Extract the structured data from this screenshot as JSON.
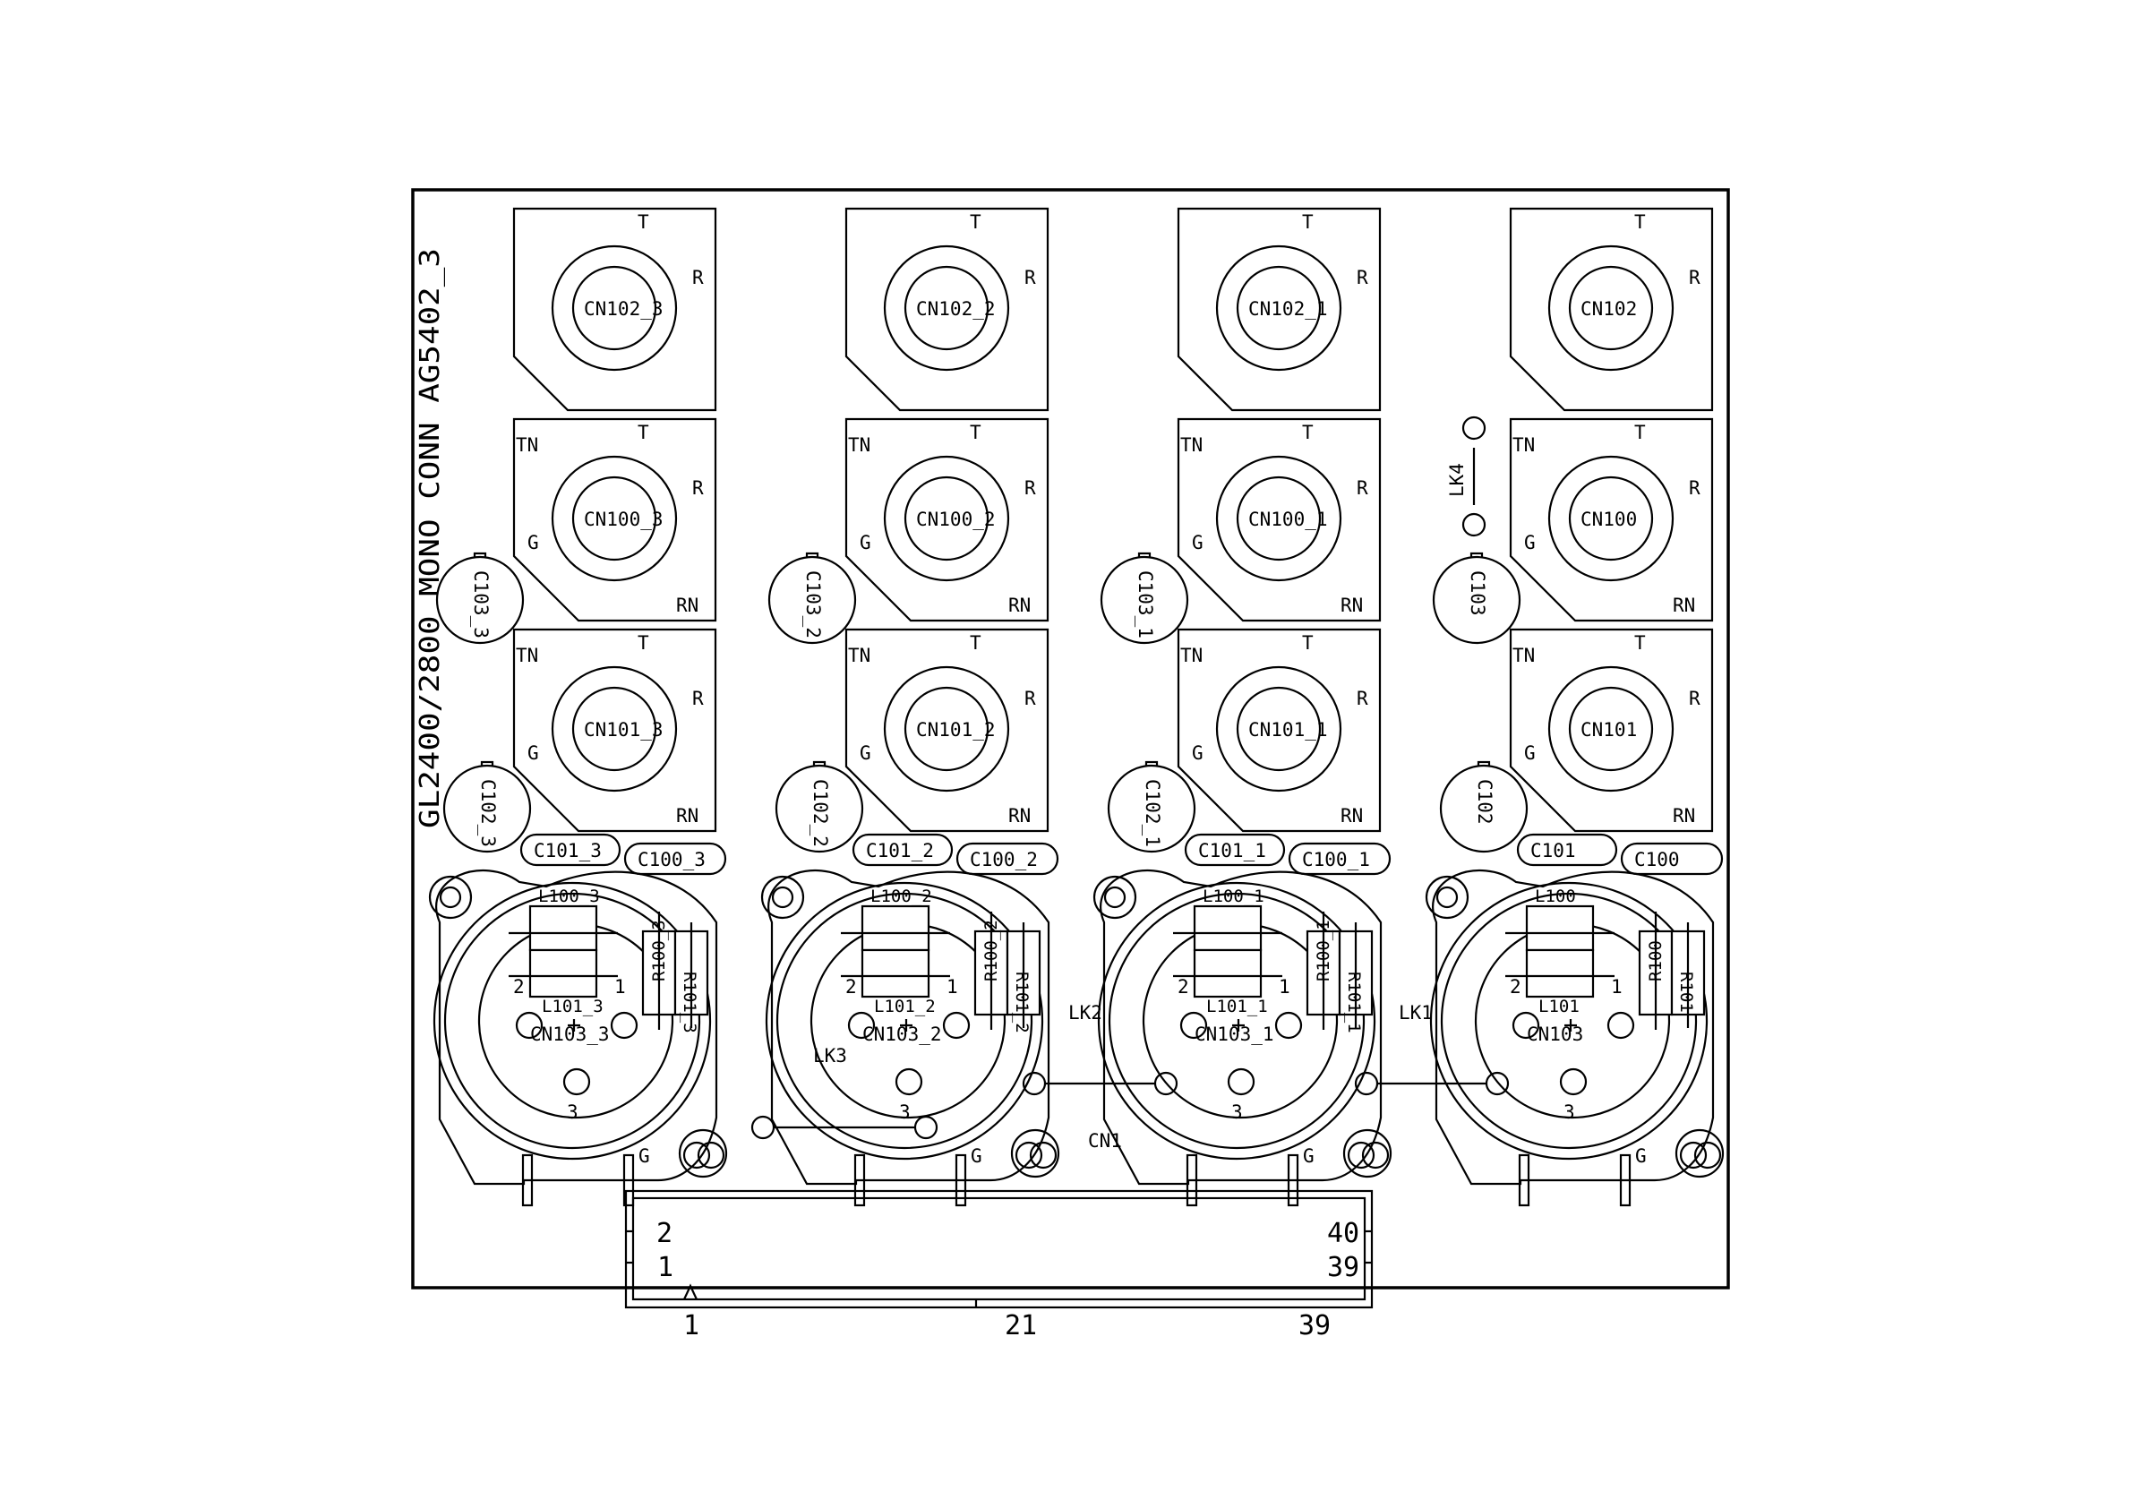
{
  "board_title": "GL2400/2800 MONO CONN AG5402_3",
  "columns": [
    {
      "jack_top": "CN102_3",
      "jack_mid": "CN100_3",
      "jack_bot": "CN101_3",
      "cap_mid": "C103_3",
      "cap_low": "C102_3",
      "cap_a": "C101_3",
      "cap_b": "C100_3",
      "ind_top": "L100_3",
      "ind_bot": "L101_3",
      "xlr": "CN103_3",
      "res_a": "R100_3",
      "res_b": "R101_3"
    },
    {
      "jack_top": "CN102_2",
      "jack_mid": "CN100_2",
      "jack_bot": "CN101_2",
      "cap_mid": "C103_2",
      "cap_low": "C102_2",
      "cap_a": "C101_2",
      "cap_b": "C100_2",
      "ind_top": "L100_2",
      "ind_bot": "L101_2",
      "xlr": "CN103_2",
      "res_a": "R100_2",
      "res_b": "R101_2"
    },
    {
      "jack_top": "CN102_1",
      "jack_mid": "CN100_1",
      "jack_bot": "CN101_1",
      "cap_mid": "C103_1",
      "cap_low": "C102_1",
      "cap_a": "C101_1",
      "cap_b": "C100_1",
      "ind_top": "L100_1",
      "ind_bot": "L101_1",
      "xlr": "CN103_1",
      "res_a": "R100_1",
      "res_b": "R101_1"
    },
    {
      "jack_top": "CN102",
      "jack_mid": "CN100",
      "jack_bot": "CN101",
      "cap_mid": "C103",
      "cap_low": "C102",
      "cap_a": "C101",
      "cap_b": "C100",
      "ind_top": "L100",
      "ind_bot": "L101",
      "xlr": "CN103",
      "res_a": "R100",
      "res_b": "R101"
    }
  ],
  "jack_pins": {
    "t": "T",
    "r": "R",
    "tn": "TN",
    "g": "G",
    "rn": "RN"
  },
  "xlr_pins": {
    "p1": "1",
    "p2": "2",
    "p3": "3",
    "g": "G"
  },
  "links": {
    "lk1": "LK1",
    "lk2": "LK2",
    "lk3": "LK3",
    "lk4": "LK4"
  },
  "connector": {
    "name": "CN1",
    "pin_2": "2",
    "pin_1": "1",
    "pin_40": "40",
    "pin_39": "39",
    "scale_1": "1",
    "scale_21": "21",
    "scale_39": "39"
  }
}
